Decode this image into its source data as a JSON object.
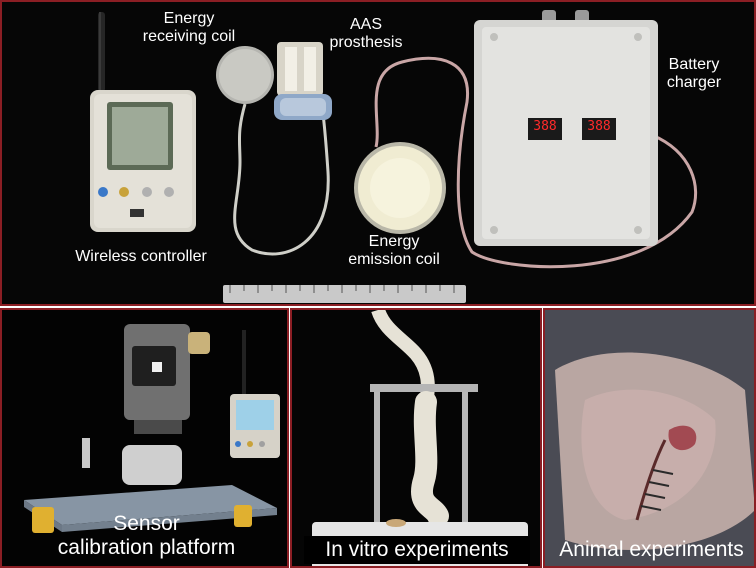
{
  "top_panel": {
    "labels": {
      "energy_receiving_coil_line1": "Energy",
      "energy_receiving_coil_line2": "receiving coil",
      "aas_prosthesis_line1": "AAS",
      "aas_prosthesis_line2": "prosthesis",
      "battery_charger_line1": "Battery",
      "battery_charger_line2": "charger",
      "wireless_controller": "Wireless controller",
      "energy_emission_coil_line1": "Energy",
      "energy_emission_coil_line2": "emission coil"
    },
    "charger_display_left": "388",
    "charger_display_right": "388"
  },
  "bottom_panels": {
    "sensor_calibration_line1": "Sensor",
    "sensor_calibration_line2": "calibration platform",
    "in_vitro": "In vitro experiments",
    "animal": "Animal experiments"
  },
  "colors": {
    "panel_border": "#8b1e24",
    "background": "#050505",
    "label_text": "#ffffff"
  }
}
